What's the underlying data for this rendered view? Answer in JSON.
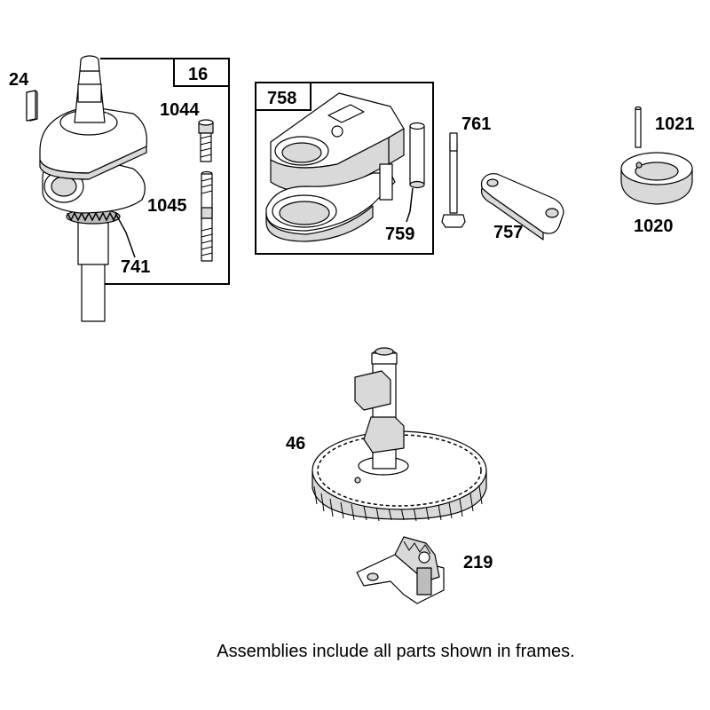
{
  "labels": {
    "p24": "24",
    "p16": "16",
    "p1044": "1044",
    "p1045": "1045",
    "p741": "741",
    "p758": "758",
    "p759": "759",
    "p761": "761",
    "p757": "757",
    "p1021": "1021",
    "p1020": "1020",
    "p46": "46",
    "p219": "219"
  },
  "caption": "Assemblies include all parts shown in frames."
}
